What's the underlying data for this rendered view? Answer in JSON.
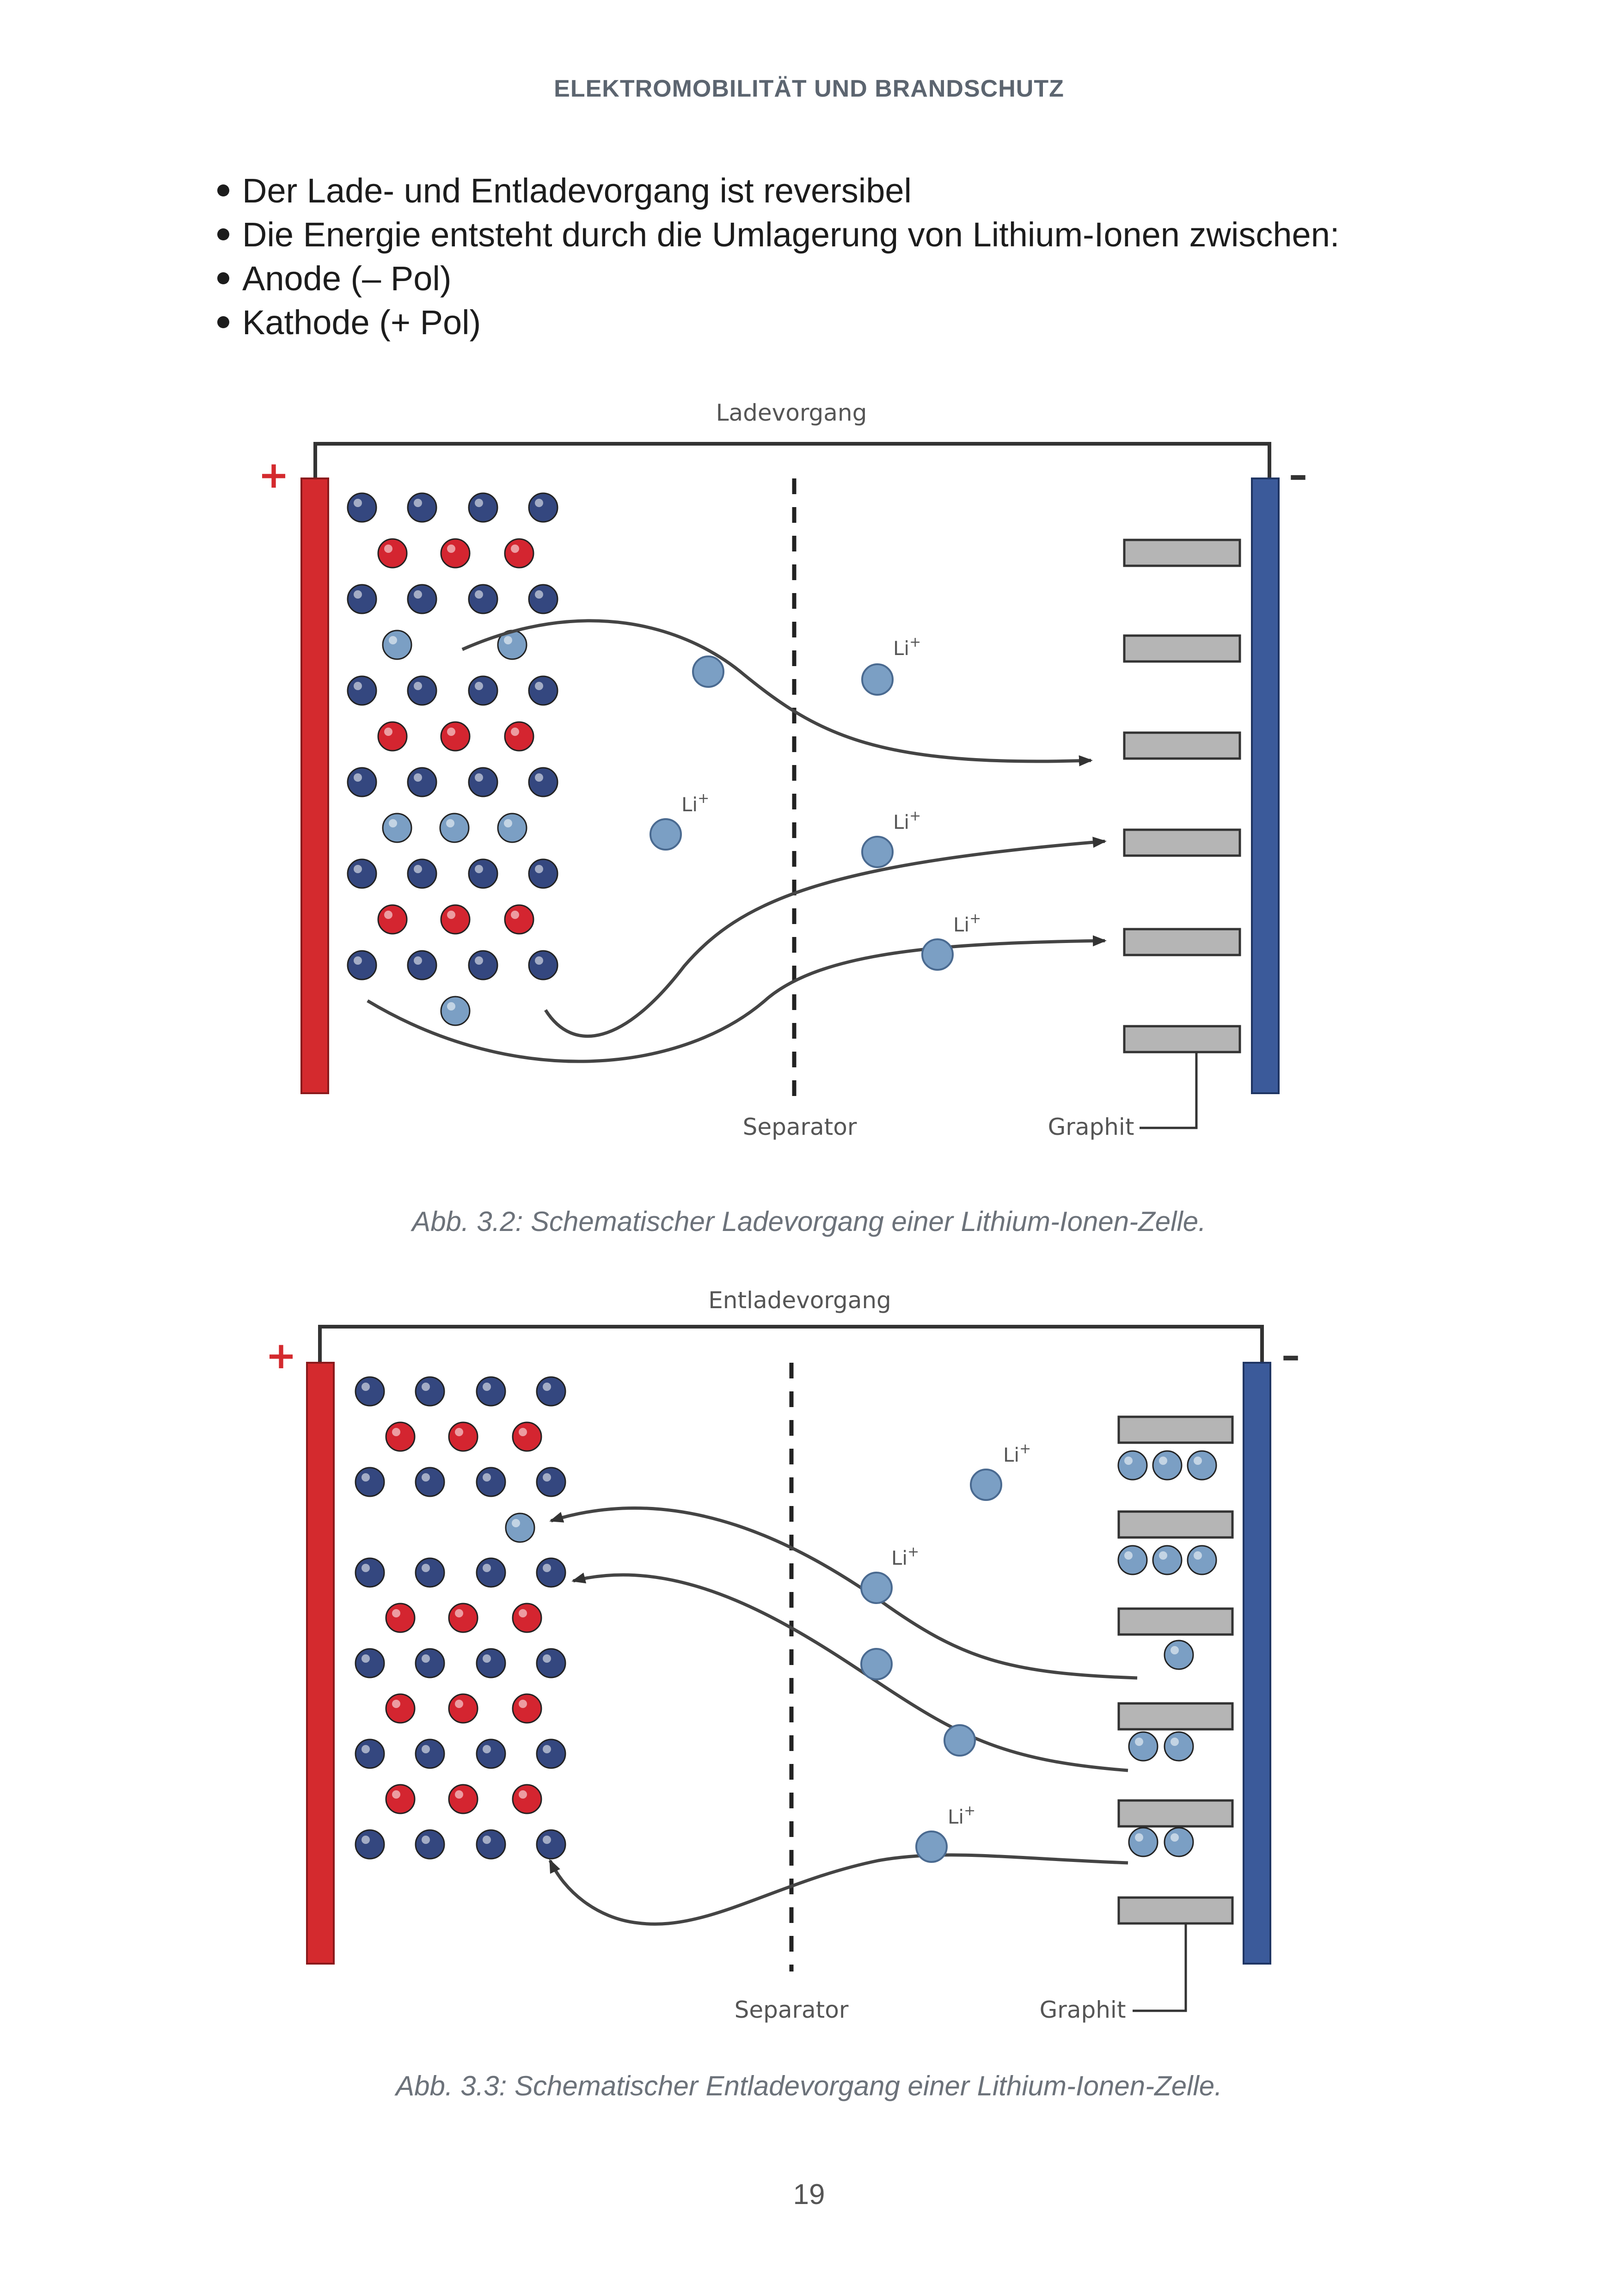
{
  "header": {
    "title": "ELEKTROMOBILITÄT UND BRANDSCHUTZ"
  },
  "bullets": [
    "Der Lade- und Entladevorgang ist reversibel",
    "Die Energie entsteht durch die Umlagerung von Lithium-Ionen zwischen:",
    "Anode (– Pol)",
    "Kathode (+ Pol)"
  ],
  "figure1": {
    "title": "Ladevorgang",
    "plus": "+",
    "minus": "–",
    "separator_label": "Separator",
    "graphite_label": "Graphit",
    "ion_label": "Li",
    "ion_charge": "+",
    "caption": "Abb. 3.2: Schematischer Ladevorgang einer Lithium-Ionen-Zelle."
  },
  "figure2": {
    "title": "Entladevorgang",
    "plus": "+",
    "minus": "–",
    "separator_label": "Separator",
    "graphite_label": "Graphit",
    "ion_label": "Li",
    "ion_charge": "+",
    "caption": "Abb. 3.3: Schematischer Entladevorgang einer Lithium-Ionen-Zelle."
  },
  "page_number": "19",
  "colors": {
    "cathode": "#d42a2e",
    "anode": "#3b5a9a",
    "ion": "#7b9fc4",
    "ion_navy": "#34477f",
    "ion_red": "#d42530",
    "graphite": "#b5b5b5"
  }
}
